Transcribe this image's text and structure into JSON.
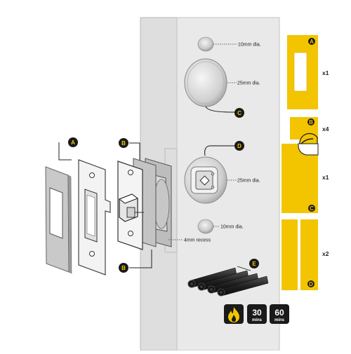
{
  "holes": {
    "top": "10mm dia.",
    "mid": "25mm dia.",
    "latch": "25mm dia.",
    "bottom": "10mm dia."
  },
  "recess": "4mm recess",
  "markers": {
    "a_plate": "A",
    "b_top": "B",
    "b_bottom": "B",
    "c": "C",
    "d": "D",
    "e": "E"
  },
  "swatches": {
    "a": {
      "letter": "A",
      "qty": "x1"
    },
    "b": {
      "letter": "B",
      "qty": "x4"
    },
    "c": {
      "letter": "C",
      "qty": "x1"
    },
    "d": {
      "letter": "D",
      "qty": "x2"
    }
  },
  "fire_rating": {
    "badge_1": {
      "number": "30",
      "unit": "mins"
    },
    "badge_2": {
      "number": "60",
      "unit": "mins"
    }
  },
  "colors": {
    "intumescent_yellow": "#f2c500",
    "marker_black": "#1a1a1a",
    "door_face": "#e6e6e6",
    "door_edge": "#dcdcdc"
  },
  "icons": {
    "fire": "flame-icon"
  }
}
